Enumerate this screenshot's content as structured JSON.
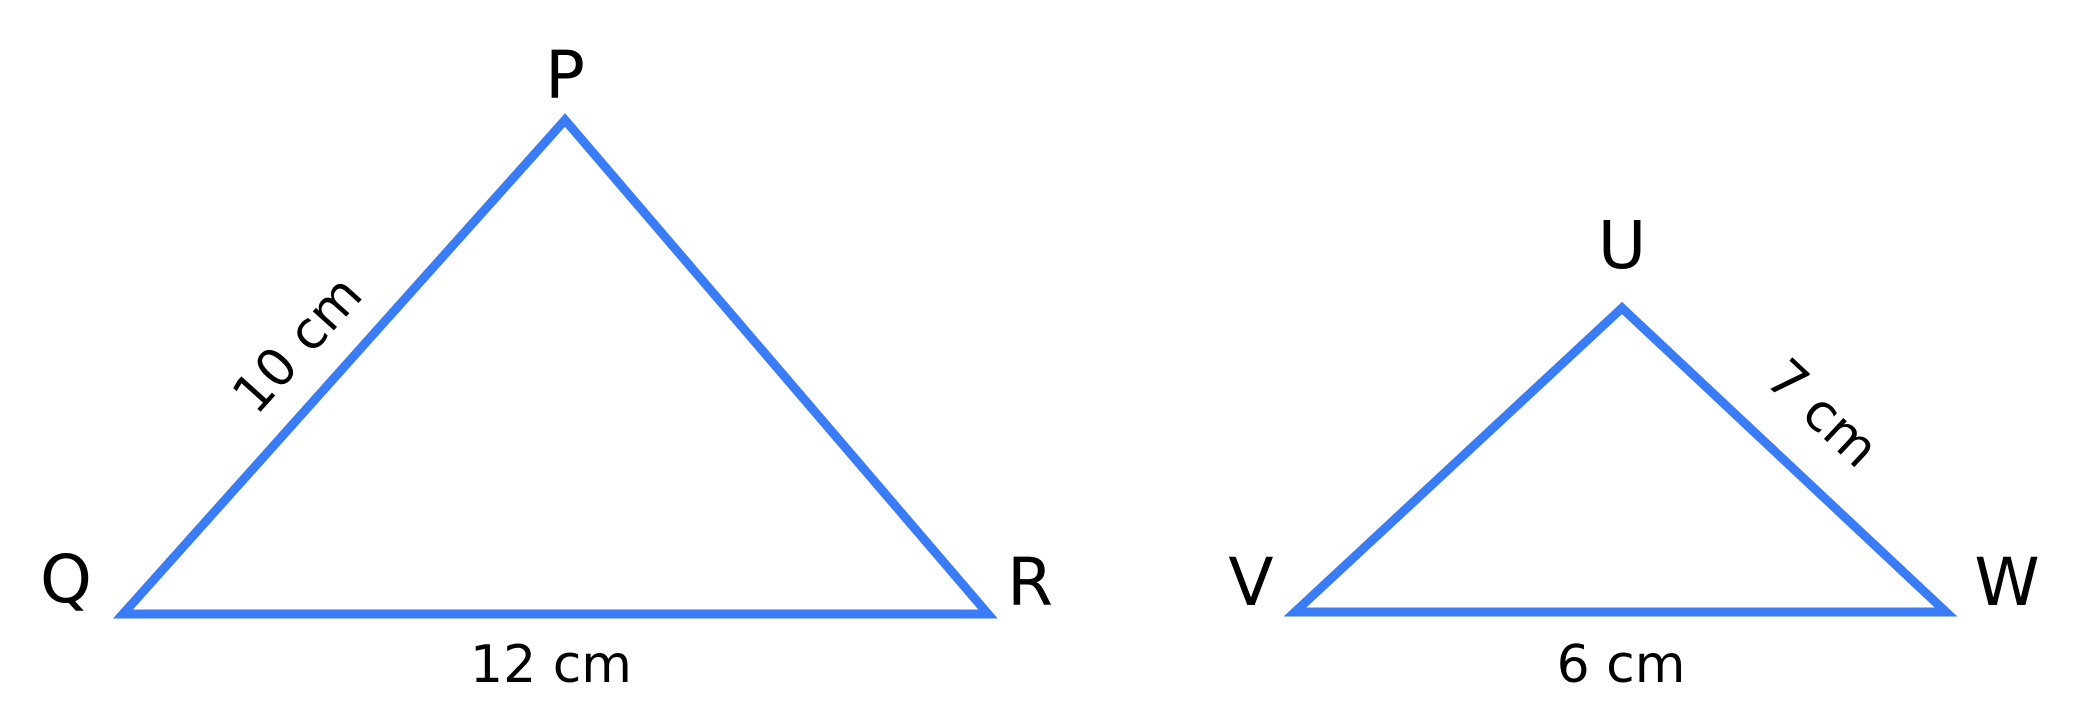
{
  "colors": {
    "triangle_stroke": "#3a7cf5",
    "text": "#000000"
  },
  "triangle_pqr": {
    "vertices": {
      "top": "P",
      "left": "Q",
      "right": "R"
    },
    "sides": {
      "pq": "10 cm",
      "qr": "12 cm"
    }
  },
  "triangle_uvw": {
    "vertices": {
      "top": "U",
      "left": "V",
      "right": "W"
    },
    "sides": {
      "uw": "7 cm",
      "vw": "6 cm"
    }
  }
}
